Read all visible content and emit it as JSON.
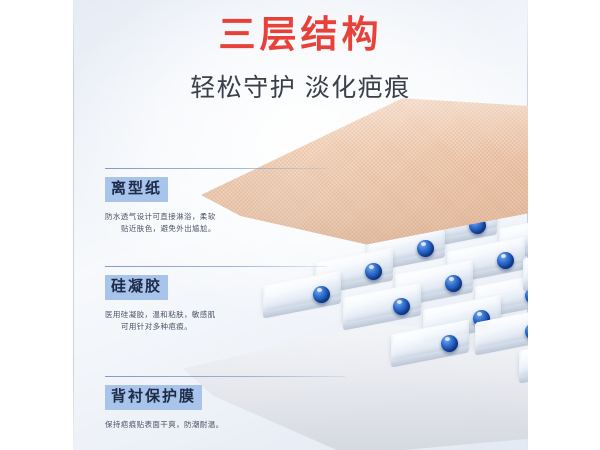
{
  "poster": {
    "title": "三层结构",
    "subtitle": "轻松守护 淡化疤痕",
    "title_color": "#e8413a",
    "subtitle_color": "#3a3f48",
    "chip_bg_color": "#a9c4ea",
    "chip_text_color": "#1c2b48",
    "lead_line_color": "#6e8cbe",
    "background_colors": [
      "#e6ecf5",
      "#f7f9fc",
      "#e3e9f3"
    ]
  },
  "layers": [
    {
      "name": "release-paper",
      "chip": "离型纸",
      "desc_line1": "防水透气设计可直接淋浴，柔软",
      "desc_line2": "贴近肤色，避免外出尴尬。",
      "art_color": "#efc9ac"
    },
    {
      "name": "silicone-gel",
      "chip": "硅凝胶",
      "desc_line1": "医用硅凝胶，温和粘肤，敏感肌",
      "desc_line2": "可用针对多种疤痕。",
      "art_color": "#1548a8"
    },
    {
      "name": "backing-film",
      "chip": "背衬保护膜",
      "desc_line1": "保持疤痕贴表面干爽，防潮耐温。",
      "desc_line2": "",
      "art_color": "#dcdfe6"
    }
  ]
}
